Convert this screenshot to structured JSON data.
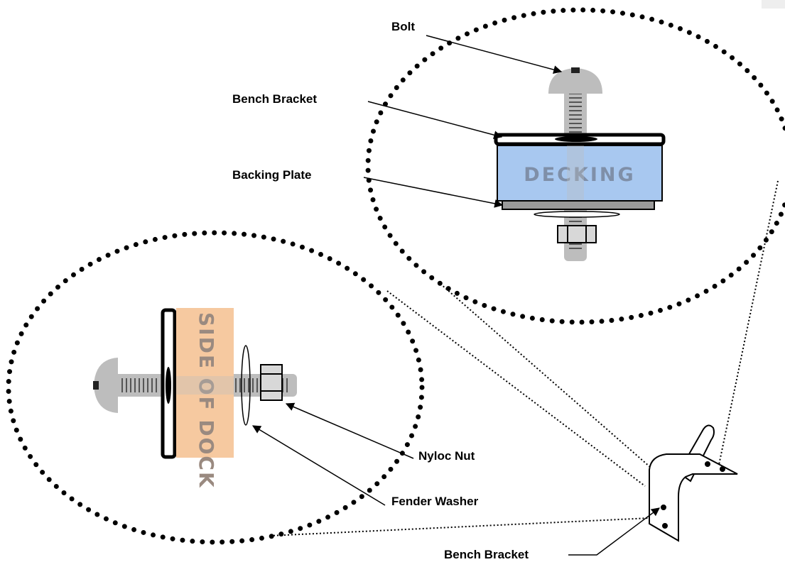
{
  "labels": {
    "bolt": "Bolt",
    "bench_bracket_top": "Bench Bracket",
    "backing_plate": "Backing Plate",
    "nyloc_nut": "Nyloc Nut",
    "fender_washer": "Fender Washer",
    "bench_bracket_bottom": "Bench Bracket",
    "decking": "DECKING",
    "side_of_dock": "SIDE OF DOCK"
  },
  "colors": {
    "decking_fill": "#a8c8f0",
    "decking_text": "#7f8fa8",
    "dock_fill": "#f6c9a0",
    "dock_text": "#9a8a80",
    "bolt_fill": "#bdbdbd",
    "plate_fill": "#9a9a9a",
    "nut_fill": "#d8d8d8",
    "line": "#000000"
  }
}
